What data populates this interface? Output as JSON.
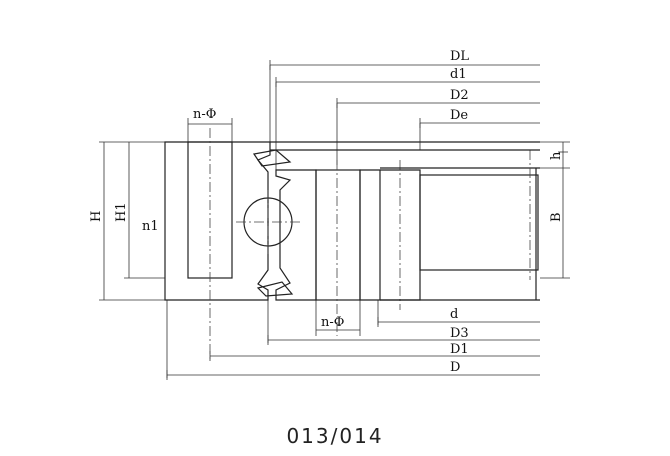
{
  "labels": {
    "DL": "DL",
    "d1_top": "d1",
    "D2": "D2",
    "De": "De",
    "n_phi_top": "n-Φ",
    "H": "H",
    "H1": "H1",
    "n1": "n1",
    "h": "h",
    "B": "B",
    "n_phi_bottom": "n-Φ",
    "d": "d",
    "D3": "D3",
    "D1": "D1",
    "D": "D"
  },
  "caption": "013/014"
}
